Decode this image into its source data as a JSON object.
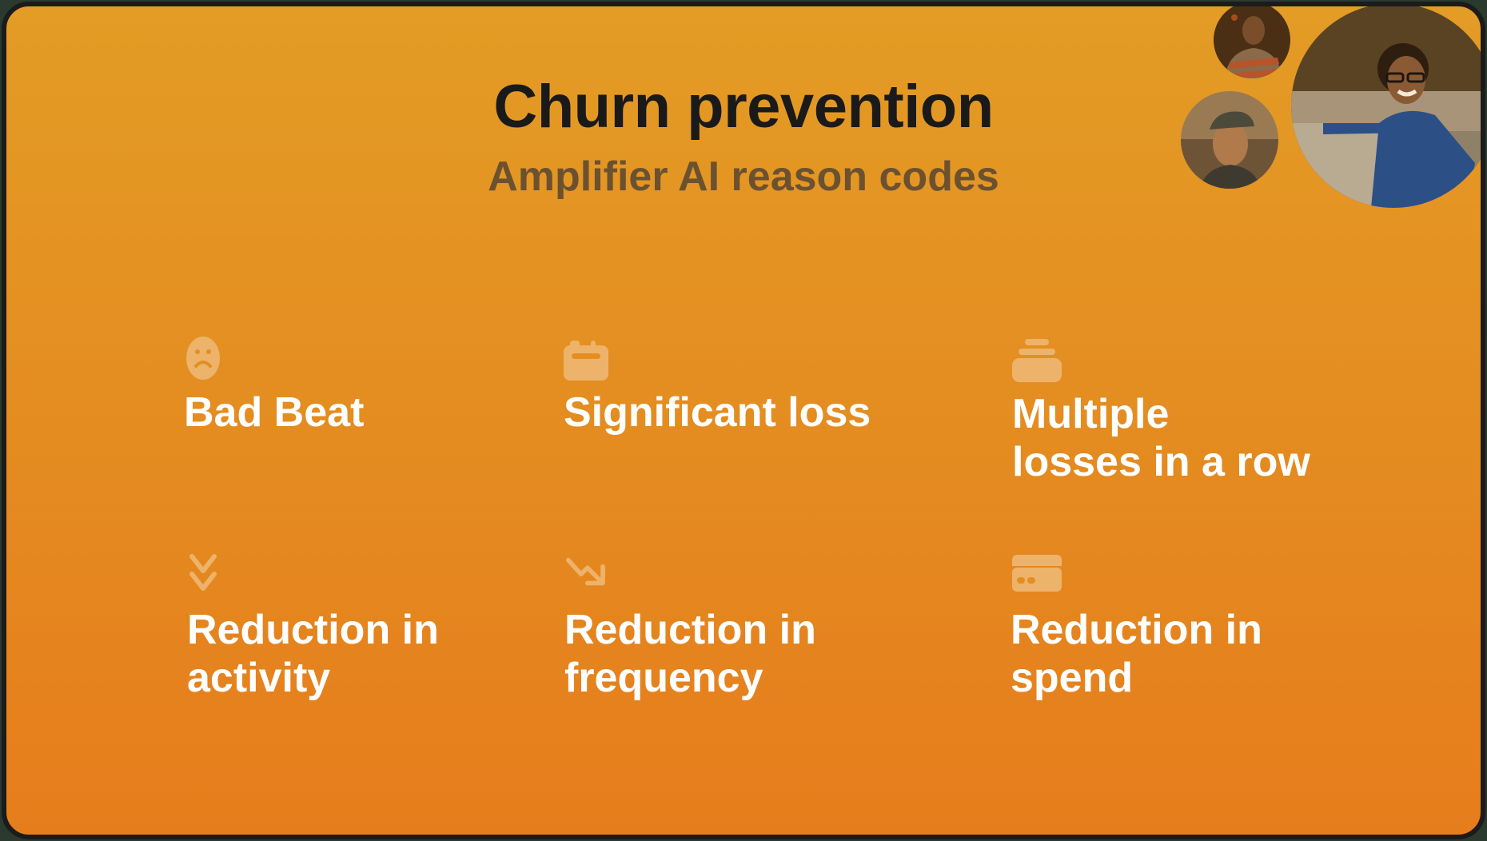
{
  "header": {
    "title": "Churn prevention",
    "subtitle": "Amplifier AI reason codes"
  },
  "avatars": [
    {
      "name": "avatar-man-striped-shirt"
    },
    {
      "name": "avatar-man-cap"
    },
    {
      "name": "avatar-woman-glasses"
    }
  ],
  "reason_codes": [
    {
      "icon": "sad-face-icon",
      "label": "Bad Beat"
    },
    {
      "icon": "calendar-icon",
      "label": "Significant loss"
    },
    {
      "icon": "stack-icon",
      "label": "Multiple\nlosses in a row"
    },
    {
      "icon": "double-chevron-down-icon",
      "label": "Reduction in\nactivity"
    },
    {
      "icon": "trending-down-icon",
      "label": "Reduction in\nfrequency"
    },
    {
      "icon": "credit-card-icon",
      "label": "Reduction in\nspend"
    }
  ],
  "colors": {
    "background_top": "#E39C25",
    "background_bottom": "#E67D1C",
    "title": "#1A1A1A",
    "subtitle": "#6B5130",
    "label": "#FFFFFF",
    "icon": "#EDB36A"
  }
}
